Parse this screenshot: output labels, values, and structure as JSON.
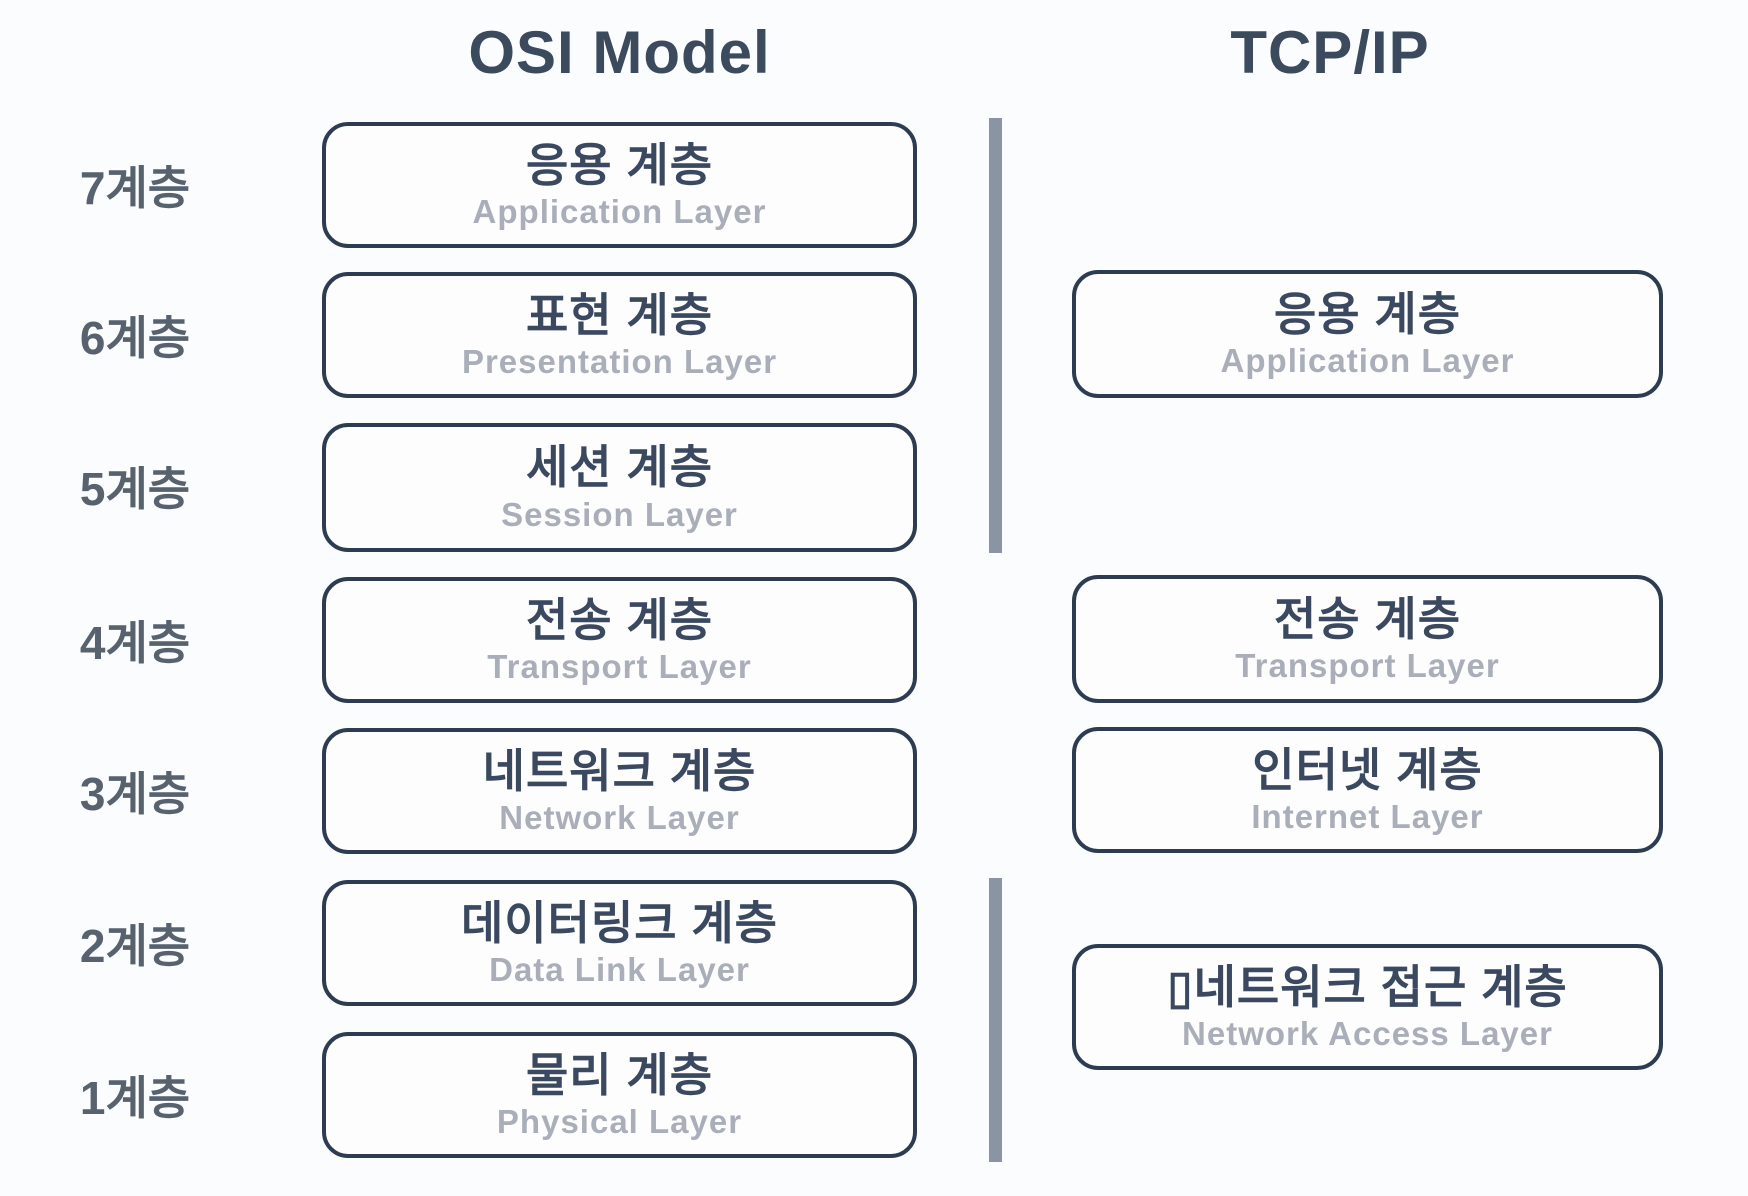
{
  "colors": {
    "background": "#fbfcfd",
    "box_border": "#2e3c52",
    "box_fill": "#fdfdfe",
    "korean_title": "#3b4960",
    "english_subtitle": "#a9aeb9",
    "header_text": "#3c4a5e",
    "level_label": "#58626f",
    "divider_bar": "#8b94a3"
  },
  "osi": {
    "title": "OSI Model",
    "layers": [
      {
        "level": "7계층",
        "ko": "응용 계층",
        "en": "Application Layer"
      },
      {
        "level": "6계층",
        "ko": "표현 계층",
        "en": "Presentation Layer"
      },
      {
        "level": "5계층",
        "ko": "세션 계층",
        "en": "Session Layer"
      },
      {
        "level": "4계층",
        "ko": "전송 계층",
        "en": "Transport Layer"
      },
      {
        "level": "3계층",
        "ko": "네트워크 계층",
        "en": "Network Layer"
      },
      {
        "level": "2계층",
        "ko": "데이터링크 계층",
        "en": "Data Link Layer"
      },
      {
        "level": "1계층",
        "ko": "물리 계층",
        "en": "Physical Layer"
      }
    ]
  },
  "tcpip": {
    "title": "TCP/IP",
    "layers": [
      {
        "ko": "응용 계층",
        "en": "Application Layer"
      },
      {
        "ko": "전송 계층",
        "en": "Transport Layer"
      },
      {
        "ko": "인터넷 계층",
        "en": "Internet Layer"
      },
      {
        "ko": "▯네트워크 접근 계층",
        "en": "Network Access Layer"
      }
    ]
  }
}
